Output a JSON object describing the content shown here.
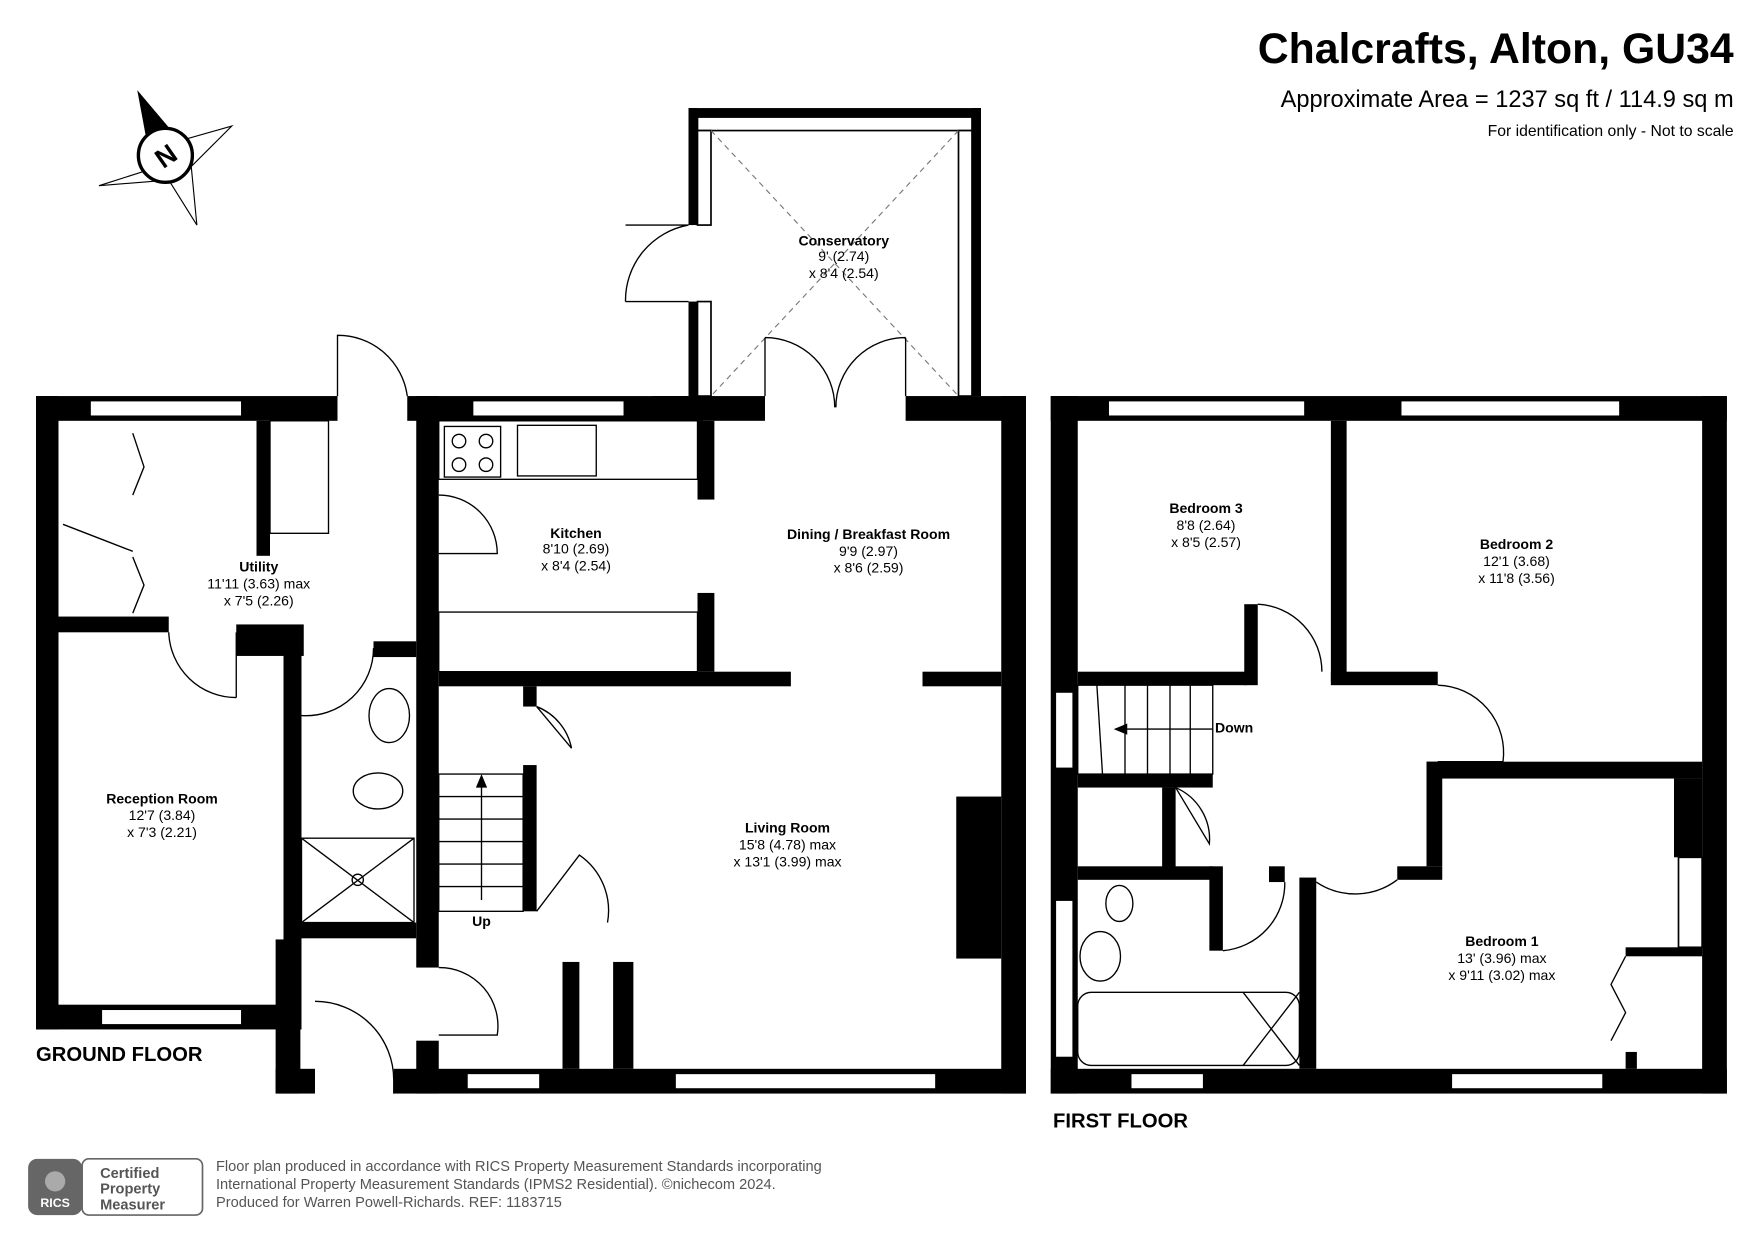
{
  "header": {
    "title": "Chalcrafts, Alton, GU34",
    "area": "Approximate Area = 1237 sq ft / 114.9 sq m",
    "note": "For identification only - Not to scale"
  },
  "compass": {
    "label": "N"
  },
  "floors": {
    "ground": {
      "label": "GROUND FLOOR",
      "stairs_label": "Up",
      "rooms": [
        {
          "name": "Conservatory",
          "dim1": "9' (2.74)",
          "dim2": "x 8'4 (2.54)"
        },
        {
          "name": "Utility",
          "dim1": "11'11 (3.63) max",
          "dim2": "x 7'5 (2.26)"
        },
        {
          "name": "Kitchen",
          "dim1": "8'10 (2.69)",
          "dim2": "x 8'4 (2.54)"
        },
        {
          "name": "Dining / Breakfast Room",
          "dim1": "9'9 (2.97)",
          "dim2": "x 8'6 (2.59)"
        },
        {
          "name": "Reception Room",
          "dim1": "12'7 (3.84)",
          "dim2": "x 7'3 (2.21)"
        },
        {
          "name": "Living Room",
          "dim1": "15'8 (4.78) max",
          "dim2": "x 13'1 (3.99) max"
        }
      ]
    },
    "first": {
      "label": "FIRST FLOOR",
      "stairs_label": "Down",
      "rooms": [
        {
          "name": "Bedroom 3",
          "dim1": "8'8 (2.64)",
          "dim2": "x 8'5 (2.57)"
        },
        {
          "name": "Bedroom 2",
          "dim1": "12'1 (3.68)",
          "dim2": "x 11'8 (3.56)"
        },
        {
          "name": "Bedroom 1",
          "dim1": "13' (3.96) max",
          "dim2": "x 9'11 (3.02) max"
        }
      ]
    }
  },
  "footer": {
    "badge": {
      "org": "RICS",
      "line1": "Certified",
      "line2": "Property",
      "line3": "Measurer"
    },
    "lines": [
      "Floor plan produced in accordance with RICS Property Measurement Standards incorporating",
      "International Property Measurement Standards (IPMS2 Residential).   ©nichecom 2024.",
      "Produced for Warren Powell-Richards.   REF:  1183715"
    ]
  }
}
